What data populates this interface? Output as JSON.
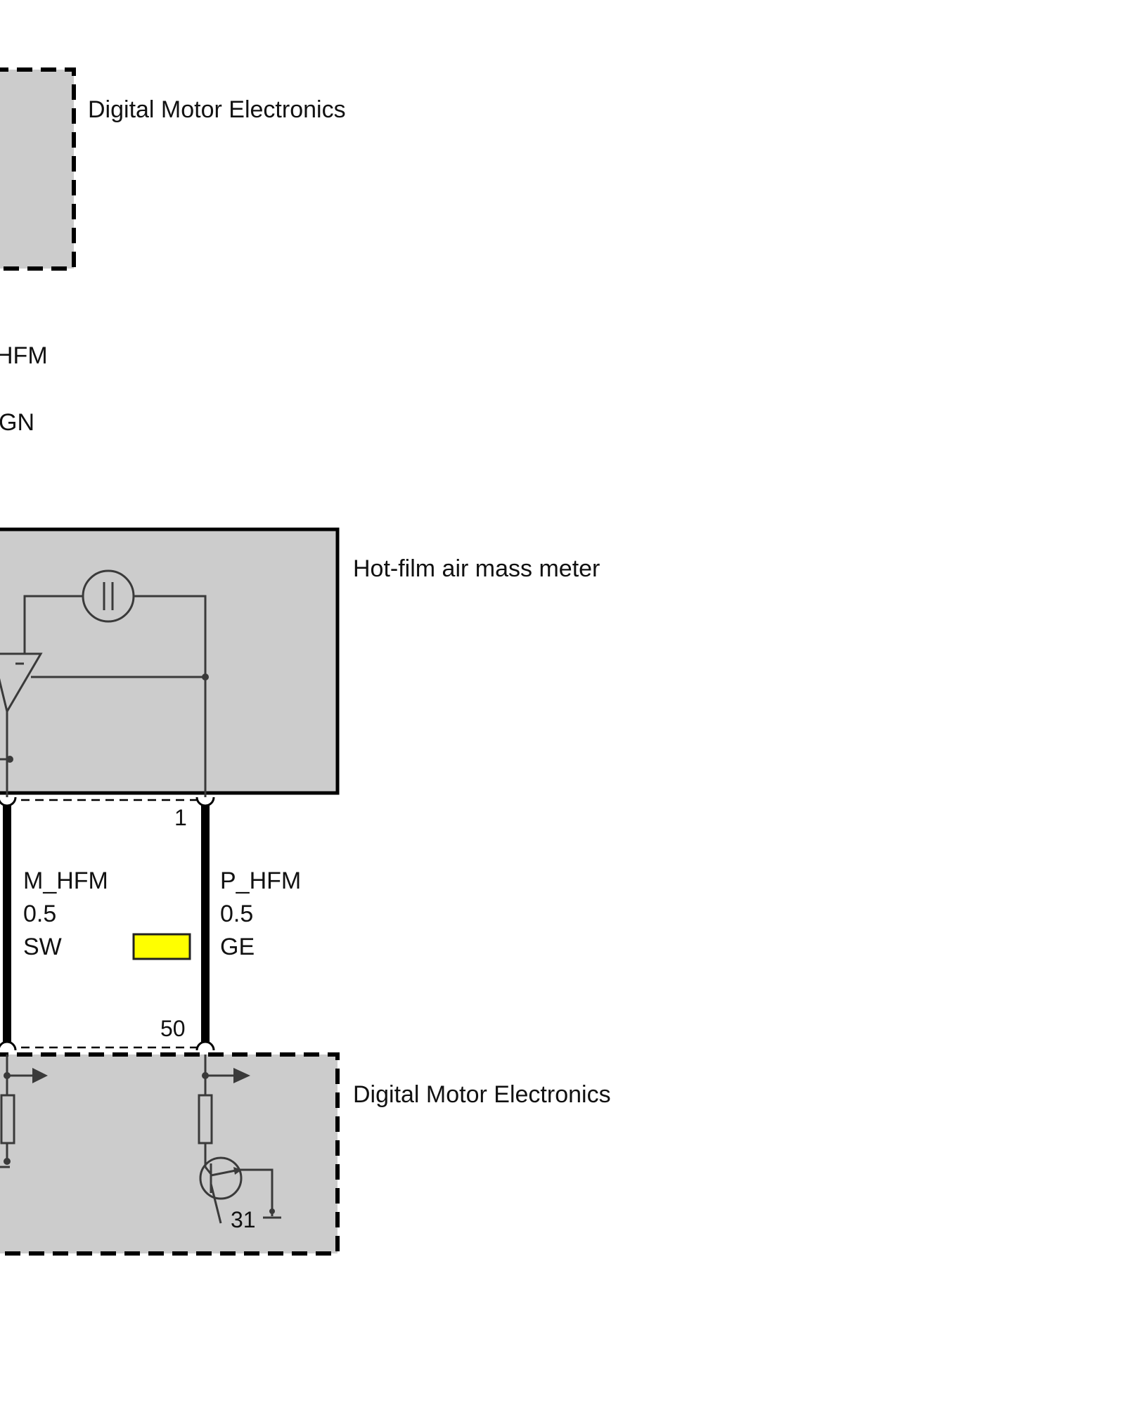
{
  "components": {
    "top_module": {
      "label": "Digital Motor Electronics"
    },
    "hfm": {
      "label": "Hot-film air mass meter"
    },
    "bottom_module": {
      "label": "Digital Motor Electronics"
    }
  },
  "partial_wire": {
    "name": "HFM",
    "color": "GN"
  },
  "wires": [
    {
      "name": "M_HFM",
      "size": "0.5",
      "color": "SW"
    },
    {
      "name": "P_HFM",
      "size": "0.5",
      "color": "GE"
    }
  ],
  "pins": {
    "hfm_pin": "1",
    "dme_pin": "50"
  },
  "ground_label": "31",
  "connector_color": "#ffff00",
  "fill_color": "#cccccc"
}
